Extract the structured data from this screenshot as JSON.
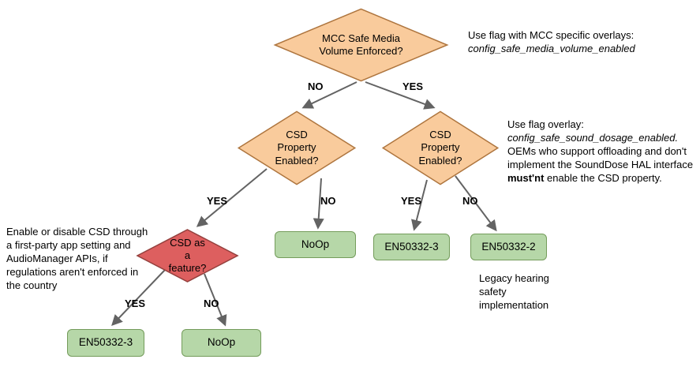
{
  "colors": {
    "decision_fill": "#f9cb9c",
    "decision_border": "#ae753e",
    "feature_fill": "#dd5f5f",
    "feature_border": "#94403d",
    "outcome_fill": "#b6d7a8",
    "outcome_border": "#749c5b",
    "arrow": "#636363"
  },
  "nodes": {
    "root": "MCC Safe Media Volume Enforced?",
    "csd_property_left": "CSD Property Enabled?",
    "csd_property_right": "CSD Property Enabled?",
    "csd_feature": "CSD as a feature?",
    "noop_mid": "NoOp",
    "en50332_3_right": "EN50332-3",
    "en50332_2_right": "EN50332-2",
    "en50332_3_bottom": "EN50332-3",
    "noop_bottom": "NoOp"
  },
  "edge_labels": {
    "root_no": "NO",
    "root_yes": "YES",
    "left_yes": "YES",
    "left_no": "NO",
    "right_yes": "YES",
    "right_no": "NO",
    "feature_yes": "YES",
    "feature_no": "NO"
  },
  "annotations": {
    "mcc_overlay": {
      "text": "Use flag with MCC specific overlays:",
      "flag": "config_safe_media_volume_enabled"
    },
    "sound_dosage": {
      "intro": "Use flag overlay:",
      "flag": "config_safe_sound_dosage_enabled.",
      "body_1": "OEMs who support offloading and don't",
      "body_2": "implement the SoundDose HAL interface",
      "bold": "must'nt",
      "body_3": " enable the CSD property."
    },
    "csd_toggle_lines": {
      "0": "Enable or disable CSD through",
      "1": "a first-party app setting and",
      "2": "AudioManager APIs,  if",
      "3": "regulations aren't enforced in",
      "4": "the country"
    },
    "legacy_lines": {
      "0": "Legacy hearing",
      "1": "safety",
      "2": "implementation"
    }
  }
}
